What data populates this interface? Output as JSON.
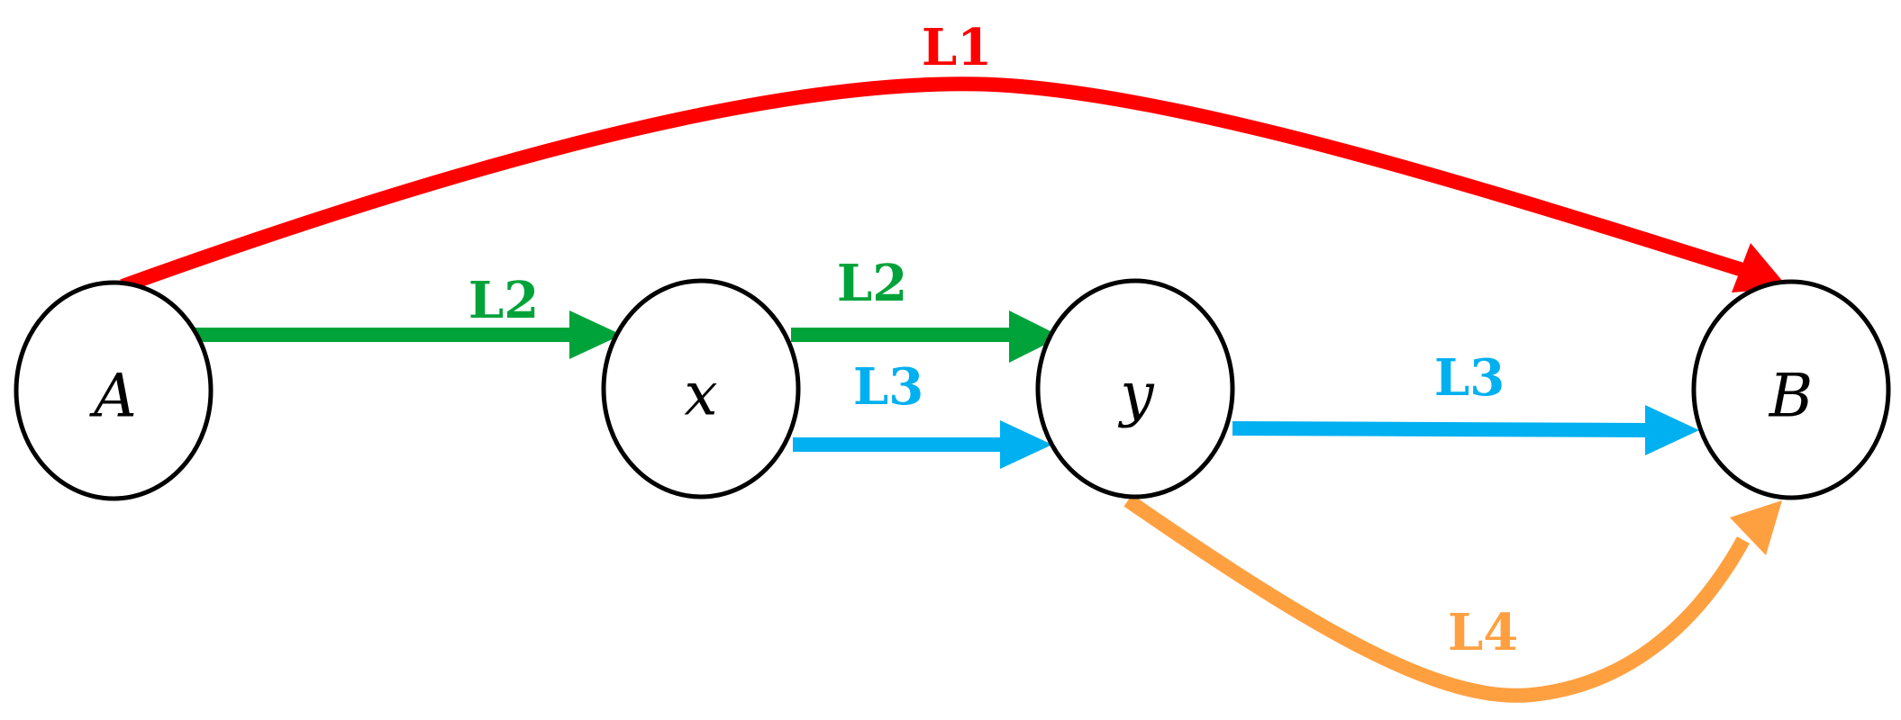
{
  "nodes": {
    "a": {
      "label": "A"
    },
    "x": {
      "label": "x"
    },
    "y": {
      "label": "y"
    },
    "b": {
      "label": "B"
    }
  },
  "edges": {
    "l1": {
      "label": "L1",
      "color": "#ff0000"
    },
    "l2": {
      "label": "L2",
      "color": "#00a33a"
    },
    "l3": {
      "label": "L3",
      "color": "#00b0f0"
    },
    "l4": {
      "label": "L4",
      "color": "#ffa040"
    }
  }
}
